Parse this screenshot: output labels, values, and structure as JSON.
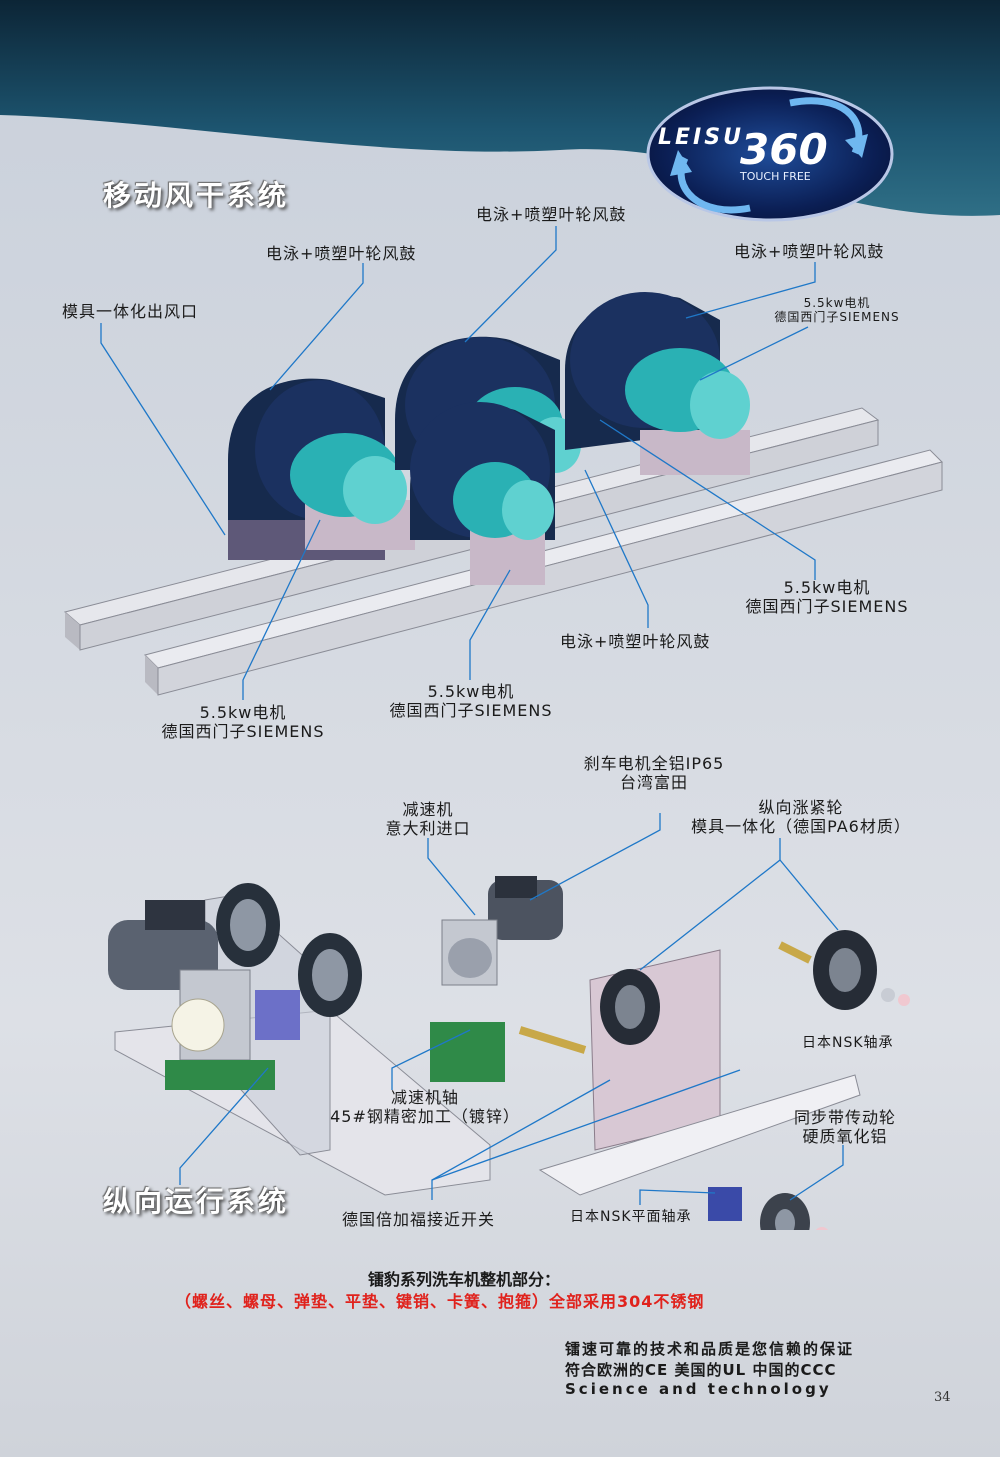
{
  "logo": {
    "brand": "LEISU",
    "number": "360",
    "tagline": "TOUCH FREE"
  },
  "drying_system": {
    "title": "移动风干系统",
    "labels": {
      "outlet": "模具一体化出风口",
      "drum_left": "电泳+喷塑叶轮风鼓",
      "drum_top": "电泳+喷塑叶轮风鼓",
      "drum_right": "电泳+喷塑叶轮风鼓",
      "drum_bottom": "电泳+喷塑叶轮风鼓",
      "motor_tr_line1": "5.5kw电机",
      "motor_tr_line2": "德国西门子SIEMENS",
      "motor_mr_line1": "5.5kw电机",
      "motor_mr_line2": "德国西门子SIEMENS",
      "motor_bm_line1": "5.5kw电机",
      "motor_bm_line2": "德国西门子SIEMENS",
      "motor_bl_line1": "5.5kw电机",
      "motor_bl_line2": "德国西门子SIEMENS"
    }
  },
  "travel_system": {
    "title": "纵向运行系统",
    "labels": {
      "brake_line1": "刹车电机全铝IP65",
      "brake_line2": "台湾富田",
      "reducer_line1": "减速机",
      "reducer_line2": "意大利进口",
      "tension_line1": "纵向涨紧轮",
      "tension_line2": "模具一体化（德国PA6材质）",
      "nsk_bearing": "日本NSK轴承",
      "shaft_line1": "减速机轴",
      "shaft_line2": "45#钢精密加工（镀锌）",
      "pulley_line1": "同步带传动轮",
      "pulley_line2": "硬质氧化铝",
      "switch": "德国倍加福接近开关",
      "nsk_flat": "日本NSK平面轴承"
    }
  },
  "notes": {
    "heading": "镭豹系列洗车机整机部分：",
    "red_line": "（螺丝、螺母、弹垫、平垫、键销、卡簧、抱箍）全部采用304不锈钢",
    "slogan1": "镭速可靠的技术和品质是您信赖的保证",
    "slogan2": "符合欧洲的CE  美国的UL  中国的CCC",
    "slogan3": "Science and technology"
  },
  "page_number": "34",
  "colors": {
    "header_dark": "#0d2a3e",
    "header_teal": "#1f5a72",
    "drum": "#16284a",
    "motor": "#2fb7b9",
    "red_text": "#e0221c",
    "leader_line": "#1f78c8"
  }
}
